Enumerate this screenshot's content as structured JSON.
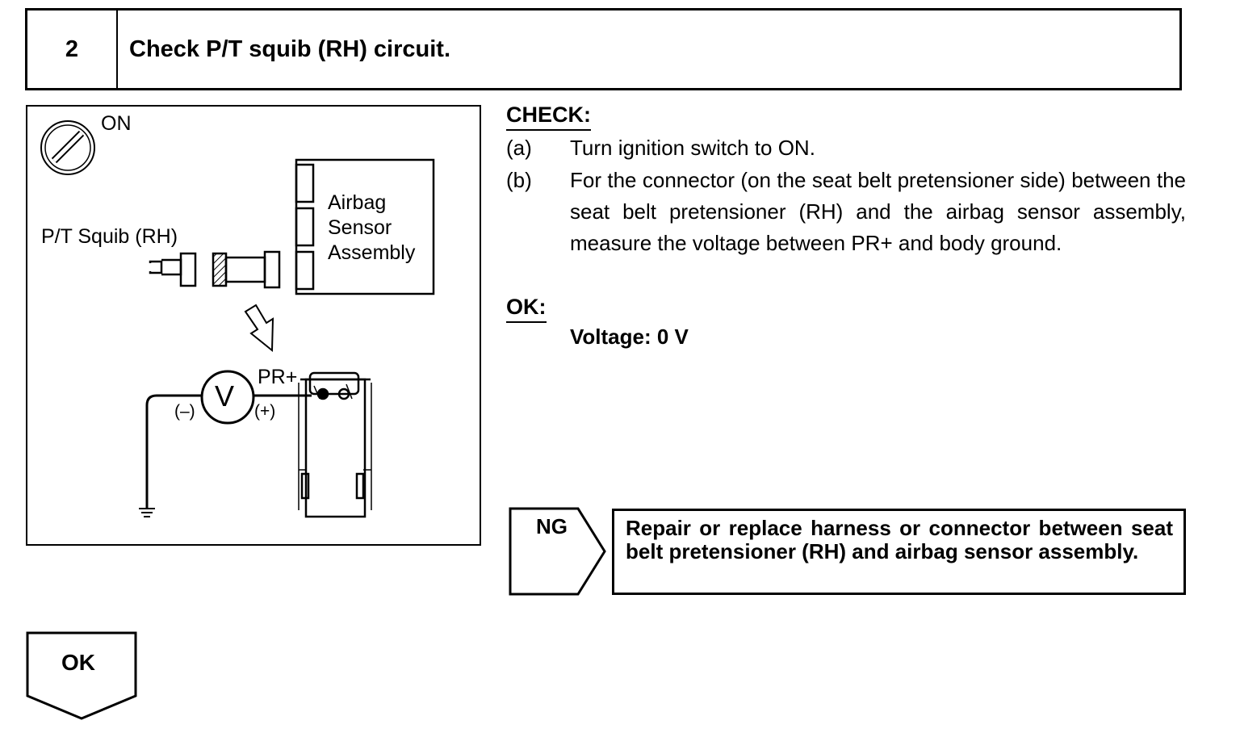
{
  "step": {
    "number": "2",
    "title": "Check P/T squib (RH) circuit."
  },
  "illustration": {
    "ignition_label": "ON",
    "squib_label": "P/T Squib (RH)",
    "sensor_label_line1": "Airbag",
    "sensor_label_line2": "Sensor",
    "sensor_label_line3": "Assembly",
    "meter_symbol": "V",
    "terminal_label": "PR+",
    "neg_probe": "(–)",
    "pos_probe": "(+)"
  },
  "check": {
    "heading": "CHECK:",
    "steps": [
      {
        "letter": "(a)",
        "text": "Turn ignition switch to ON."
      },
      {
        "letter": "(b)",
        "text": "For the connector (on the seat belt pretensioner side) between the seat belt pretensioner (RH) and the airbag sensor assembly, measure the voltage between PR+ and body ground."
      }
    ]
  },
  "ok_spec": {
    "heading": "OK:",
    "value": "Voltage: 0 V"
  },
  "ng": {
    "label": "NG",
    "action": "Repair or replace harness or connector between seat belt pretensioner (RH) and airbag sensor assembly."
  },
  "ok_branch": {
    "label": "OK"
  }
}
